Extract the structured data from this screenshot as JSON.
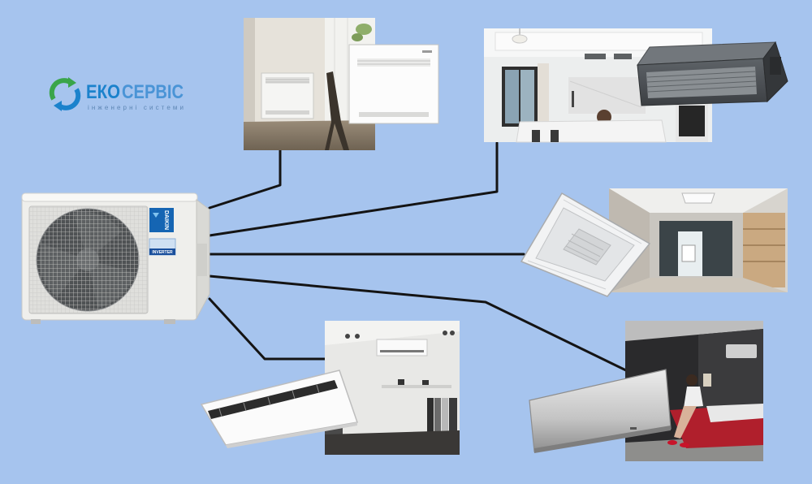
{
  "logo": {
    "brand_part1": "ЕКО",
    "brand_part2": "СЕРВІС",
    "tagline": "інженерні системи"
  },
  "outdoor_unit": {
    "brand_label": "DAIKIN",
    "badge_label": "INVERTER"
  },
  "colors": {
    "background": "#a6c4ee",
    "connection_line": "#141414",
    "logo_blue": "#1b82cc",
    "logo_light_blue": "#4a94d6",
    "logo_green": "#3aa54a",
    "brand_blue": "#1565b3"
  }
}
